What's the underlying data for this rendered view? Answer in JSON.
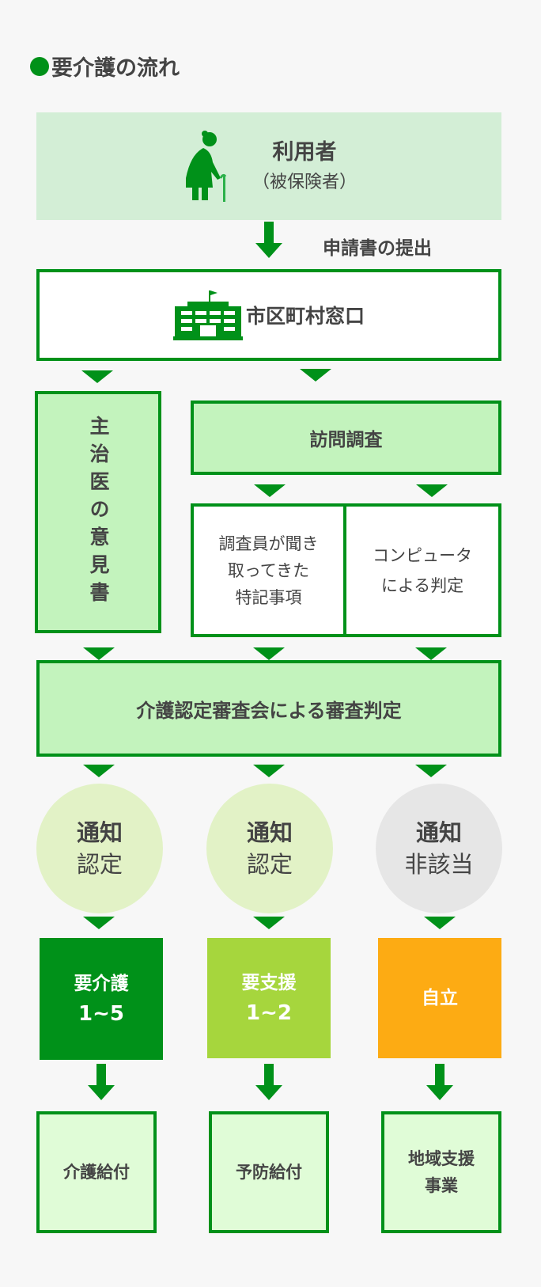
{
  "title": "要介護の流れ",
  "colors": {
    "green": "#009119",
    "lime": "#a6d63d",
    "orange": "#fdab13"
  },
  "user": {
    "label": "利用者",
    "sub": "（被保険者）",
    "icon": "elderly-person-icon"
  },
  "submit_label": "申請書の提出",
  "office": {
    "label": "市区町村窓口",
    "icon": "city-hall-icon"
  },
  "doctor_opinion": "主治医の意見書",
  "visit_survey": "訪問調査",
  "survey_items": [
    {
      "lines": [
        "調査員が聞き",
        "取ってきた",
        "特記事項"
      ]
    },
    {
      "lines": [
        "コンピュータ",
        "による判定"
      ]
    }
  ],
  "review": "介護認定審査会による審査判定",
  "notices": [
    {
      "title": "通知",
      "result": "認定"
    },
    {
      "title": "通知",
      "result": "認定"
    },
    {
      "title": "通知",
      "result": "非該当"
    }
  ],
  "levels": [
    {
      "label": "要介護",
      "range": "1~5"
    },
    {
      "label": "要支援",
      "range": "1~2"
    },
    {
      "label": "自立"
    }
  ],
  "benefits": [
    {
      "lines": [
        "介護給付"
      ]
    },
    {
      "lines": [
        "予防給付"
      ]
    },
    {
      "lines": [
        "地域支援",
        "事業"
      ]
    }
  ]
}
